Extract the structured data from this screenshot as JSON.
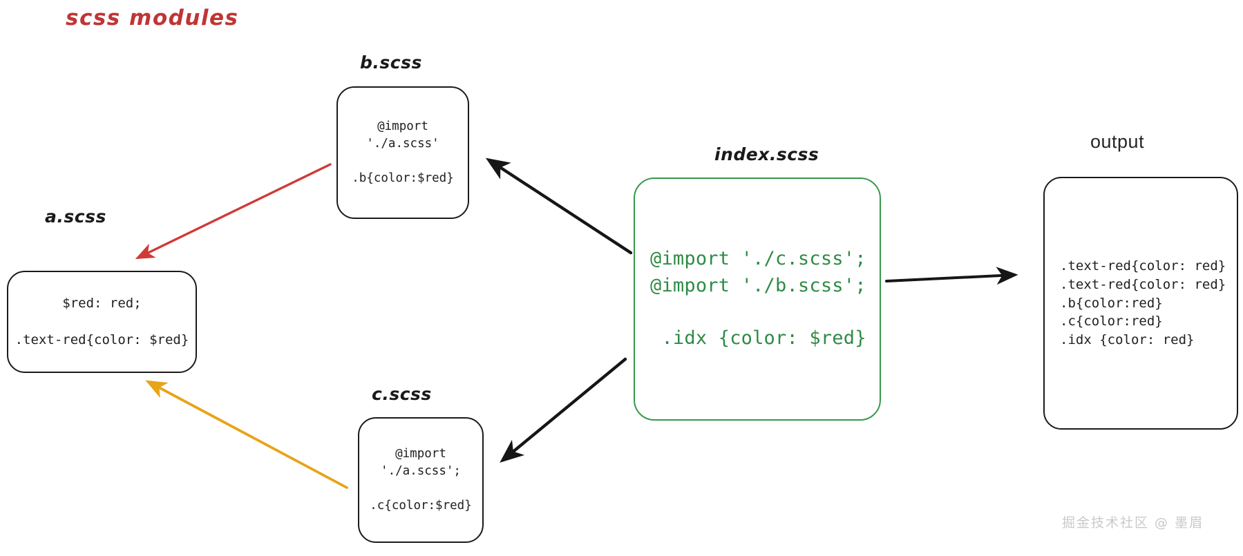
{
  "title": "scss modules",
  "title_color": "#c03535",
  "colors": {
    "ink": "#1a1a1a",
    "red_arrow": "#cf3a38",
    "orange_arrow": "#e8a317",
    "green_box": "#35984a",
    "green_text": "#2e8b45",
    "black_arrow": "#161616",
    "watermark": "#c9c9c9"
  },
  "nodes": {
    "b": {
      "label": "b.scss",
      "lines": [
        "@import",
        "'./a.scss'",
        "",
        ".b{color:$red}"
      ]
    },
    "a": {
      "label": "a.scss",
      "lines": [
        "$red: red;",
        "",
        ".text-red{color: $red}"
      ]
    },
    "c": {
      "label": "c.scss",
      "lines": [
        "@import",
        "'./a.scss';",
        "",
        ".c{color:$red}"
      ]
    },
    "index": {
      "label": "index.scss",
      "lines": [
        "@import './c.scss';",
        "@import './b.scss';",
        "",
        " .idx {color: $red}"
      ]
    },
    "output": {
      "label": "output",
      "lines": [
        ".text-red{color: red}",
        ".text-red{color: red}",
        ".b{color:red}",
        ".c{color:red}",
        ".idx {color: red}"
      ]
    }
  },
  "edges": [
    {
      "name": "b-imports-a",
      "from": "b.scss",
      "to": "a.scss",
      "color": "#cf3a38"
    },
    {
      "name": "c-imports-a",
      "from": "c.scss",
      "to": "a.scss",
      "color": "#e8a317"
    },
    {
      "name": "index-imports-b",
      "from": "index.scss",
      "to": "b.scss",
      "color": "#161616"
    },
    {
      "name": "index-imports-c",
      "from": "index.scss",
      "to": "c.scss",
      "color": "#161616"
    },
    {
      "name": "index-produces-output",
      "from": "index.scss",
      "to": "output",
      "color": "#161616"
    }
  ],
  "watermark": "掘金技术社区 @ 墨眉"
}
